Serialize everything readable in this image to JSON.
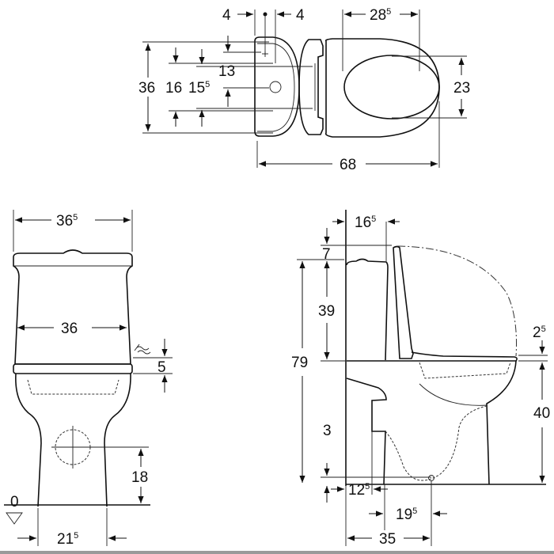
{
  "colors": {
    "line": "#111111",
    "background": "#ffffff",
    "footer_bar": "#9a9a9a"
  },
  "top_view": {
    "dim_left_offset": {
      "base": "4",
      "sup": ""
    },
    "dim_right_offset": {
      "base": "4",
      "sup": ""
    },
    "dim_seat_depth": {
      "base": "28",
      "sup": "5"
    },
    "dim_width": {
      "base": "36",
      "sup": ""
    },
    "dim_fix_a": {
      "base": "16",
      "sup": ""
    },
    "dim_fix_b": {
      "base": "15",
      "sup": "5"
    },
    "dim_fix_c": {
      "base": "13",
      "sup": ""
    },
    "dim_opening": {
      "base": "23",
      "sup": ""
    },
    "dim_length": {
      "base": "68",
      "sup": ""
    }
  },
  "front_view": {
    "dim_tank_width": {
      "base": "36",
      "sup": "5"
    },
    "dim_bowl_width": {
      "base": "36",
      "sup": ""
    },
    "dim_seat": {
      "base": "5",
      "sup": ""
    },
    "dim_outlet_height": {
      "base": "18",
      "sup": ""
    },
    "floor_level": {
      "base": "0",
      "sup": ""
    },
    "dim_foot_width": {
      "base": "21",
      "sup": "5"
    }
  },
  "side_view": {
    "dim_lid_offset": {
      "base": "16",
      "sup": "5"
    },
    "dim_lid_over": {
      "base": "7",
      "sup": ""
    },
    "dim_tank_height": {
      "base": "39",
      "sup": ""
    },
    "dim_total_height": {
      "base": "79",
      "sup": ""
    },
    "dim_outlet_low": {
      "base": "3",
      "sup": ""
    },
    "dim_seat_thickness": {
      "base": "2",
      "sup": "5"
    },
    "dim_seat_height": {
      "base": "40",
      "sup": ""
    },
    "dim_foot_offset": {
      "base": "12",
      "sup": "5"
    },
    "dim_outlet_offset": {
      "base": "19",
      "sup": "5"
    },
    "dim_outlet_center": {
      "base": "35",
      "sup": ""
    }
  }
}
